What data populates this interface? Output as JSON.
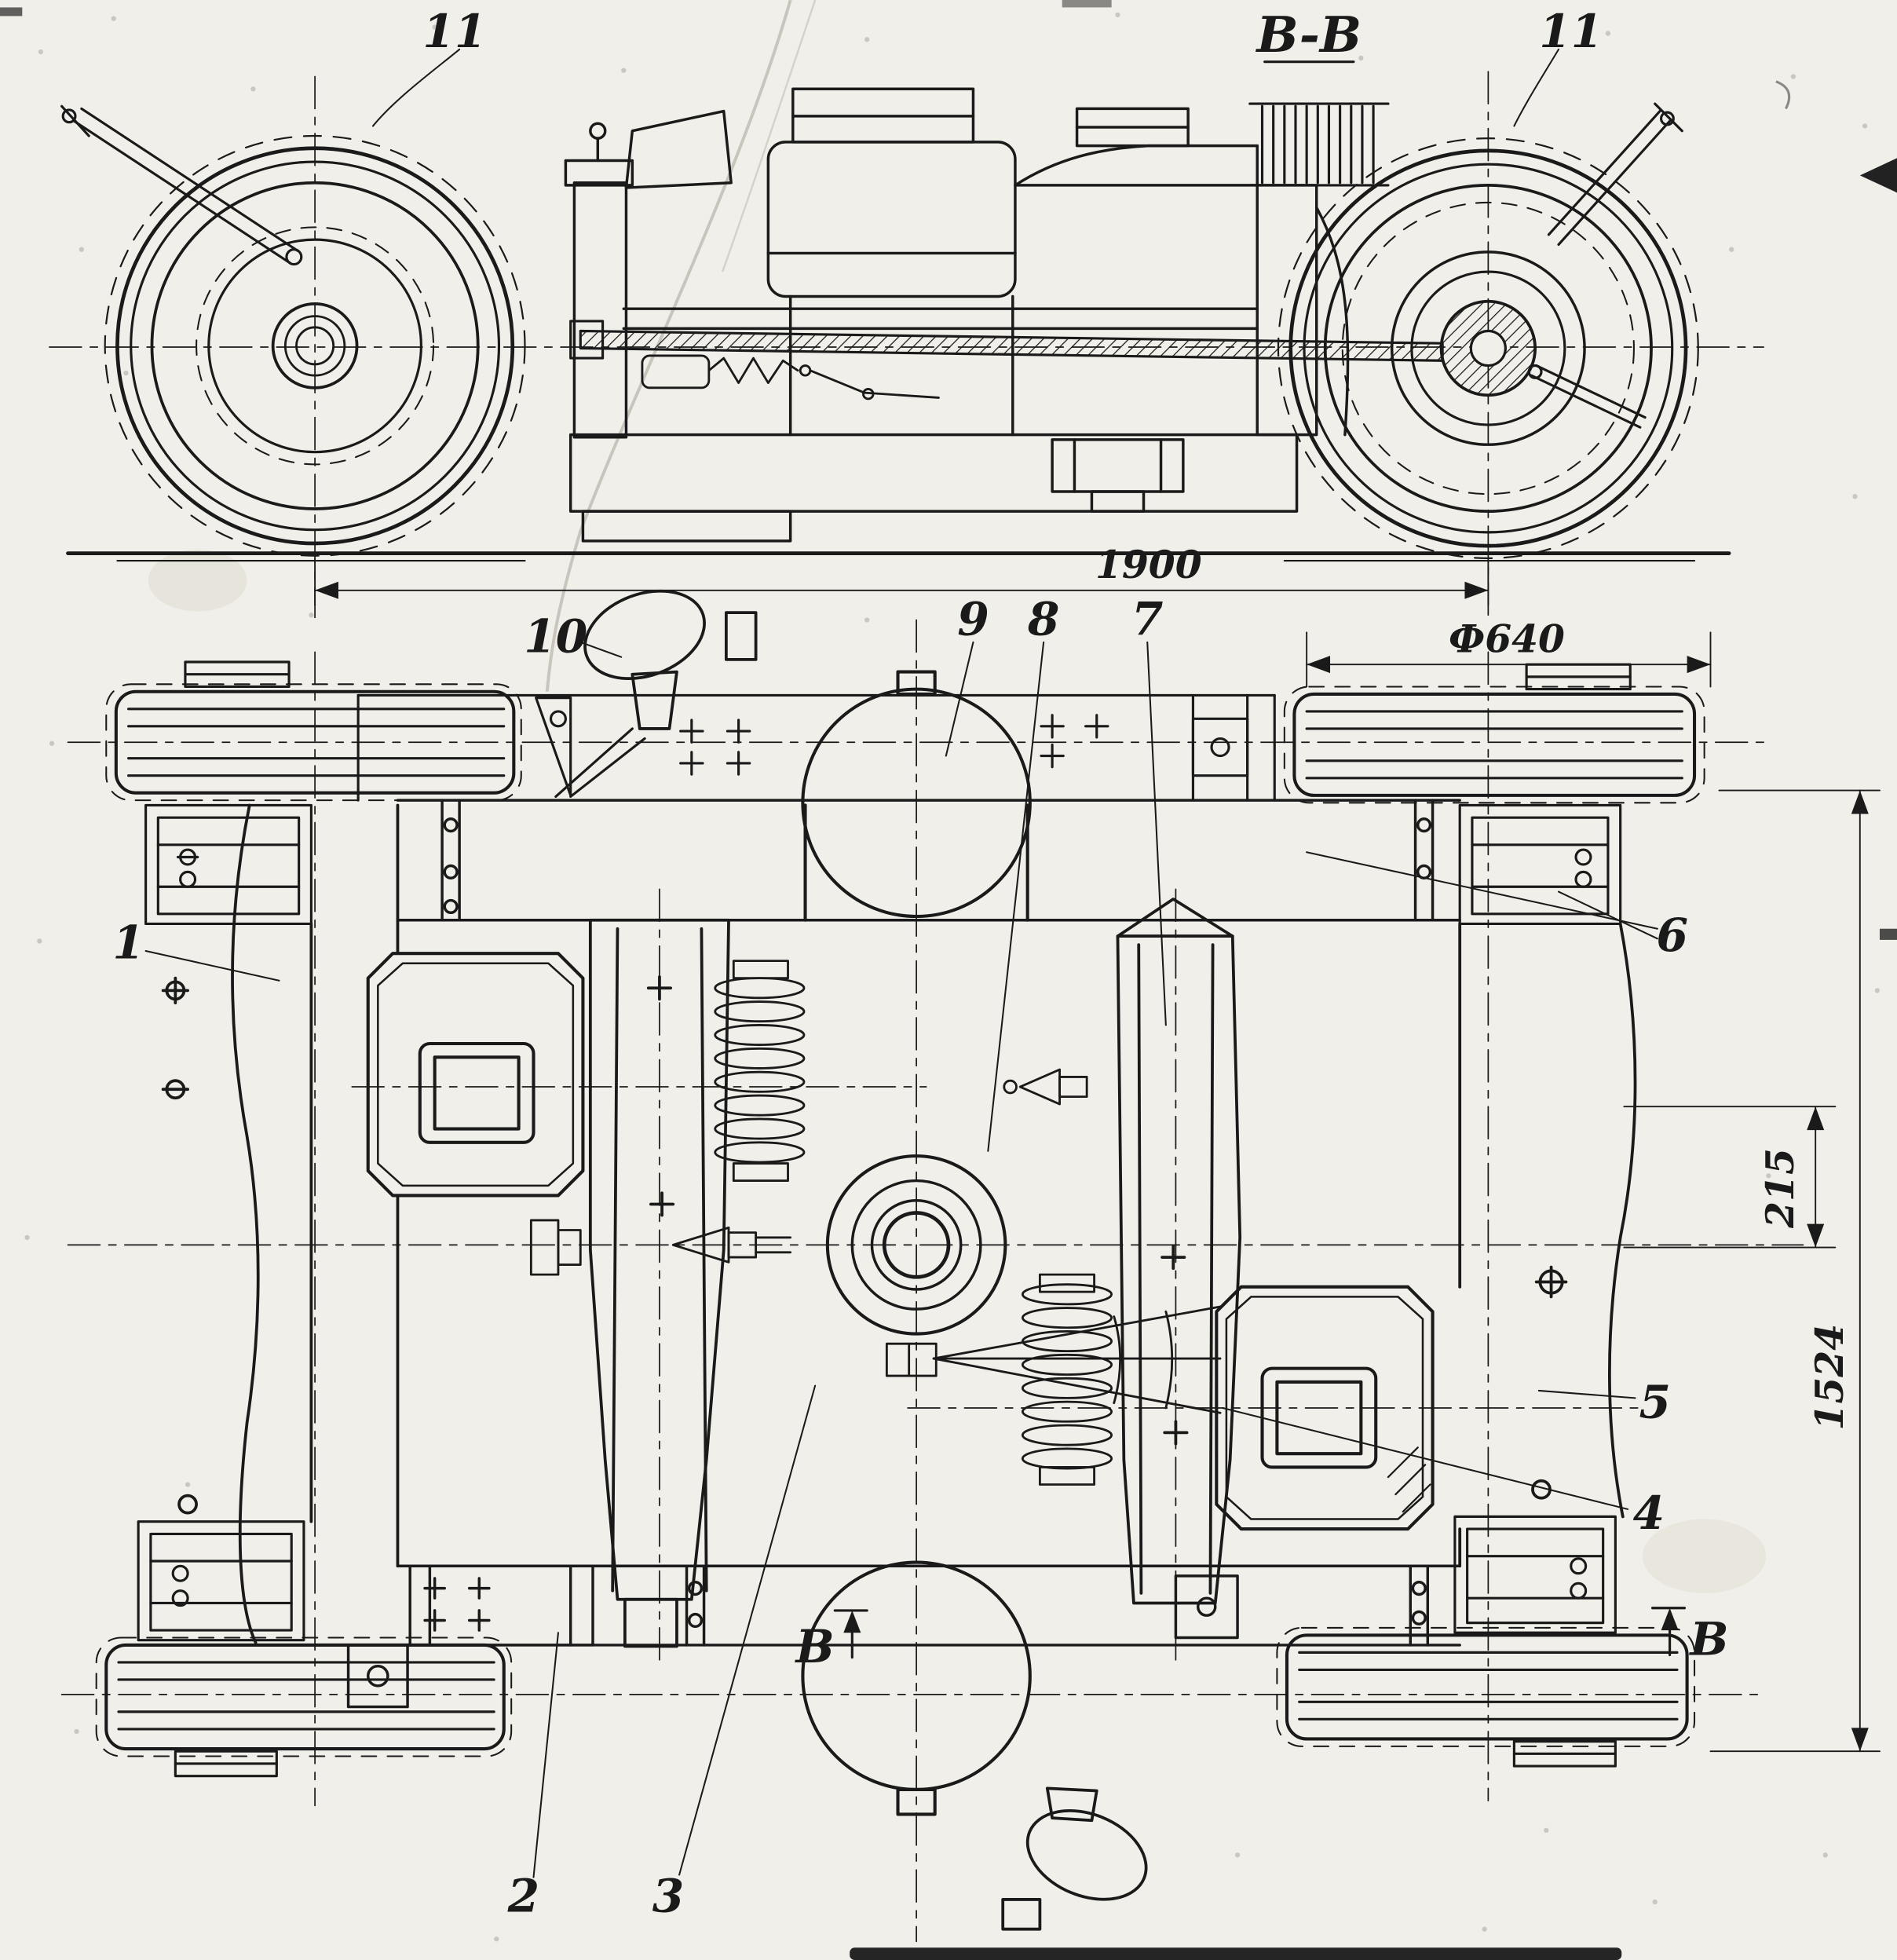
{
  "sheet": {
    "background": "#f0efe9",
    "ink": "#1a1a1a"
  },
  "side_view": {
    "section_title": "B-B",
    "callout_11_left": "11",
    "callout_11_right": "11",
    "dim_wheelbase": "1900"
  },
  "plan_view": {
    "callouts": {
      "c1": "1",
      "c2": "2",
      "c3": "3",
      "c4": "4",
      "c5": "5",
      "c6": "6",
      "c7": "7",
      "c8": "8",
      "c9": "9",
      "c10": "10"
    },
    "dims": {
      "wheel_diameter": "Ф640",
      "motor_offset": "215",
      "frame_width": "1524"
    },
    "section_marker_left": "B",
    "section_marker_right": "B"
  }
}
